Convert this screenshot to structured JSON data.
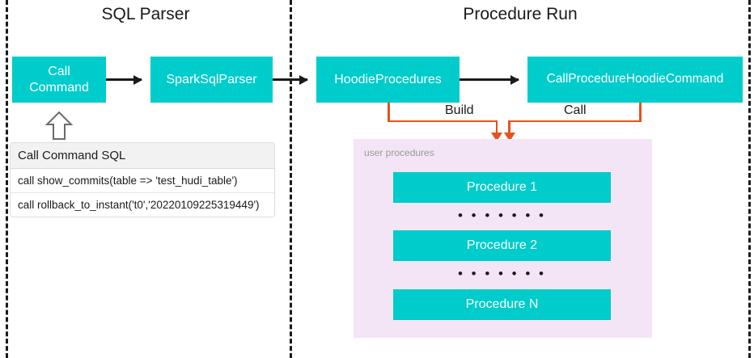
{
  "sections": {
    "left": {
      "title": "SQL Parser"
    },
    "right": {
      "title": "Procedure Run"
    }
  },
  "nodes": {
    "call_command": "Call\nCommand",
    "spark_sql_parser": "SparkSqlParser",
    "hoodie_procedures": "HoodieProcedures",
    "call_procedure_hoodie_command": "CallProcedureHoodieCommand"
  },
  "edges": {
    "build_label": "Build",
    "call_label": "Call"
  },
  "sql_table": {
    "header": "Call Command SQL",
    "rows": [
      "call show_commits(table => 'test_hudi_table')",
      "call rollback_to_instant('t0','20220109225319449')"
    ]
  },
  "user_procedures": {
    "label": "user procedures",
    "items": [
      "Procedure 1",
      "Procedure 2",
      "Procedure N"
    ],
    "ellipsis": "• • • • • • •"
  },
  "colors": {
    "teal": "#00CCCC",
    "orange": "#E8501E",
    "purple_panel": "#F3E5F5",
    "divider": "#1a1a1a",
    "table_header_bg": "#f2f2f2"
  }
}
